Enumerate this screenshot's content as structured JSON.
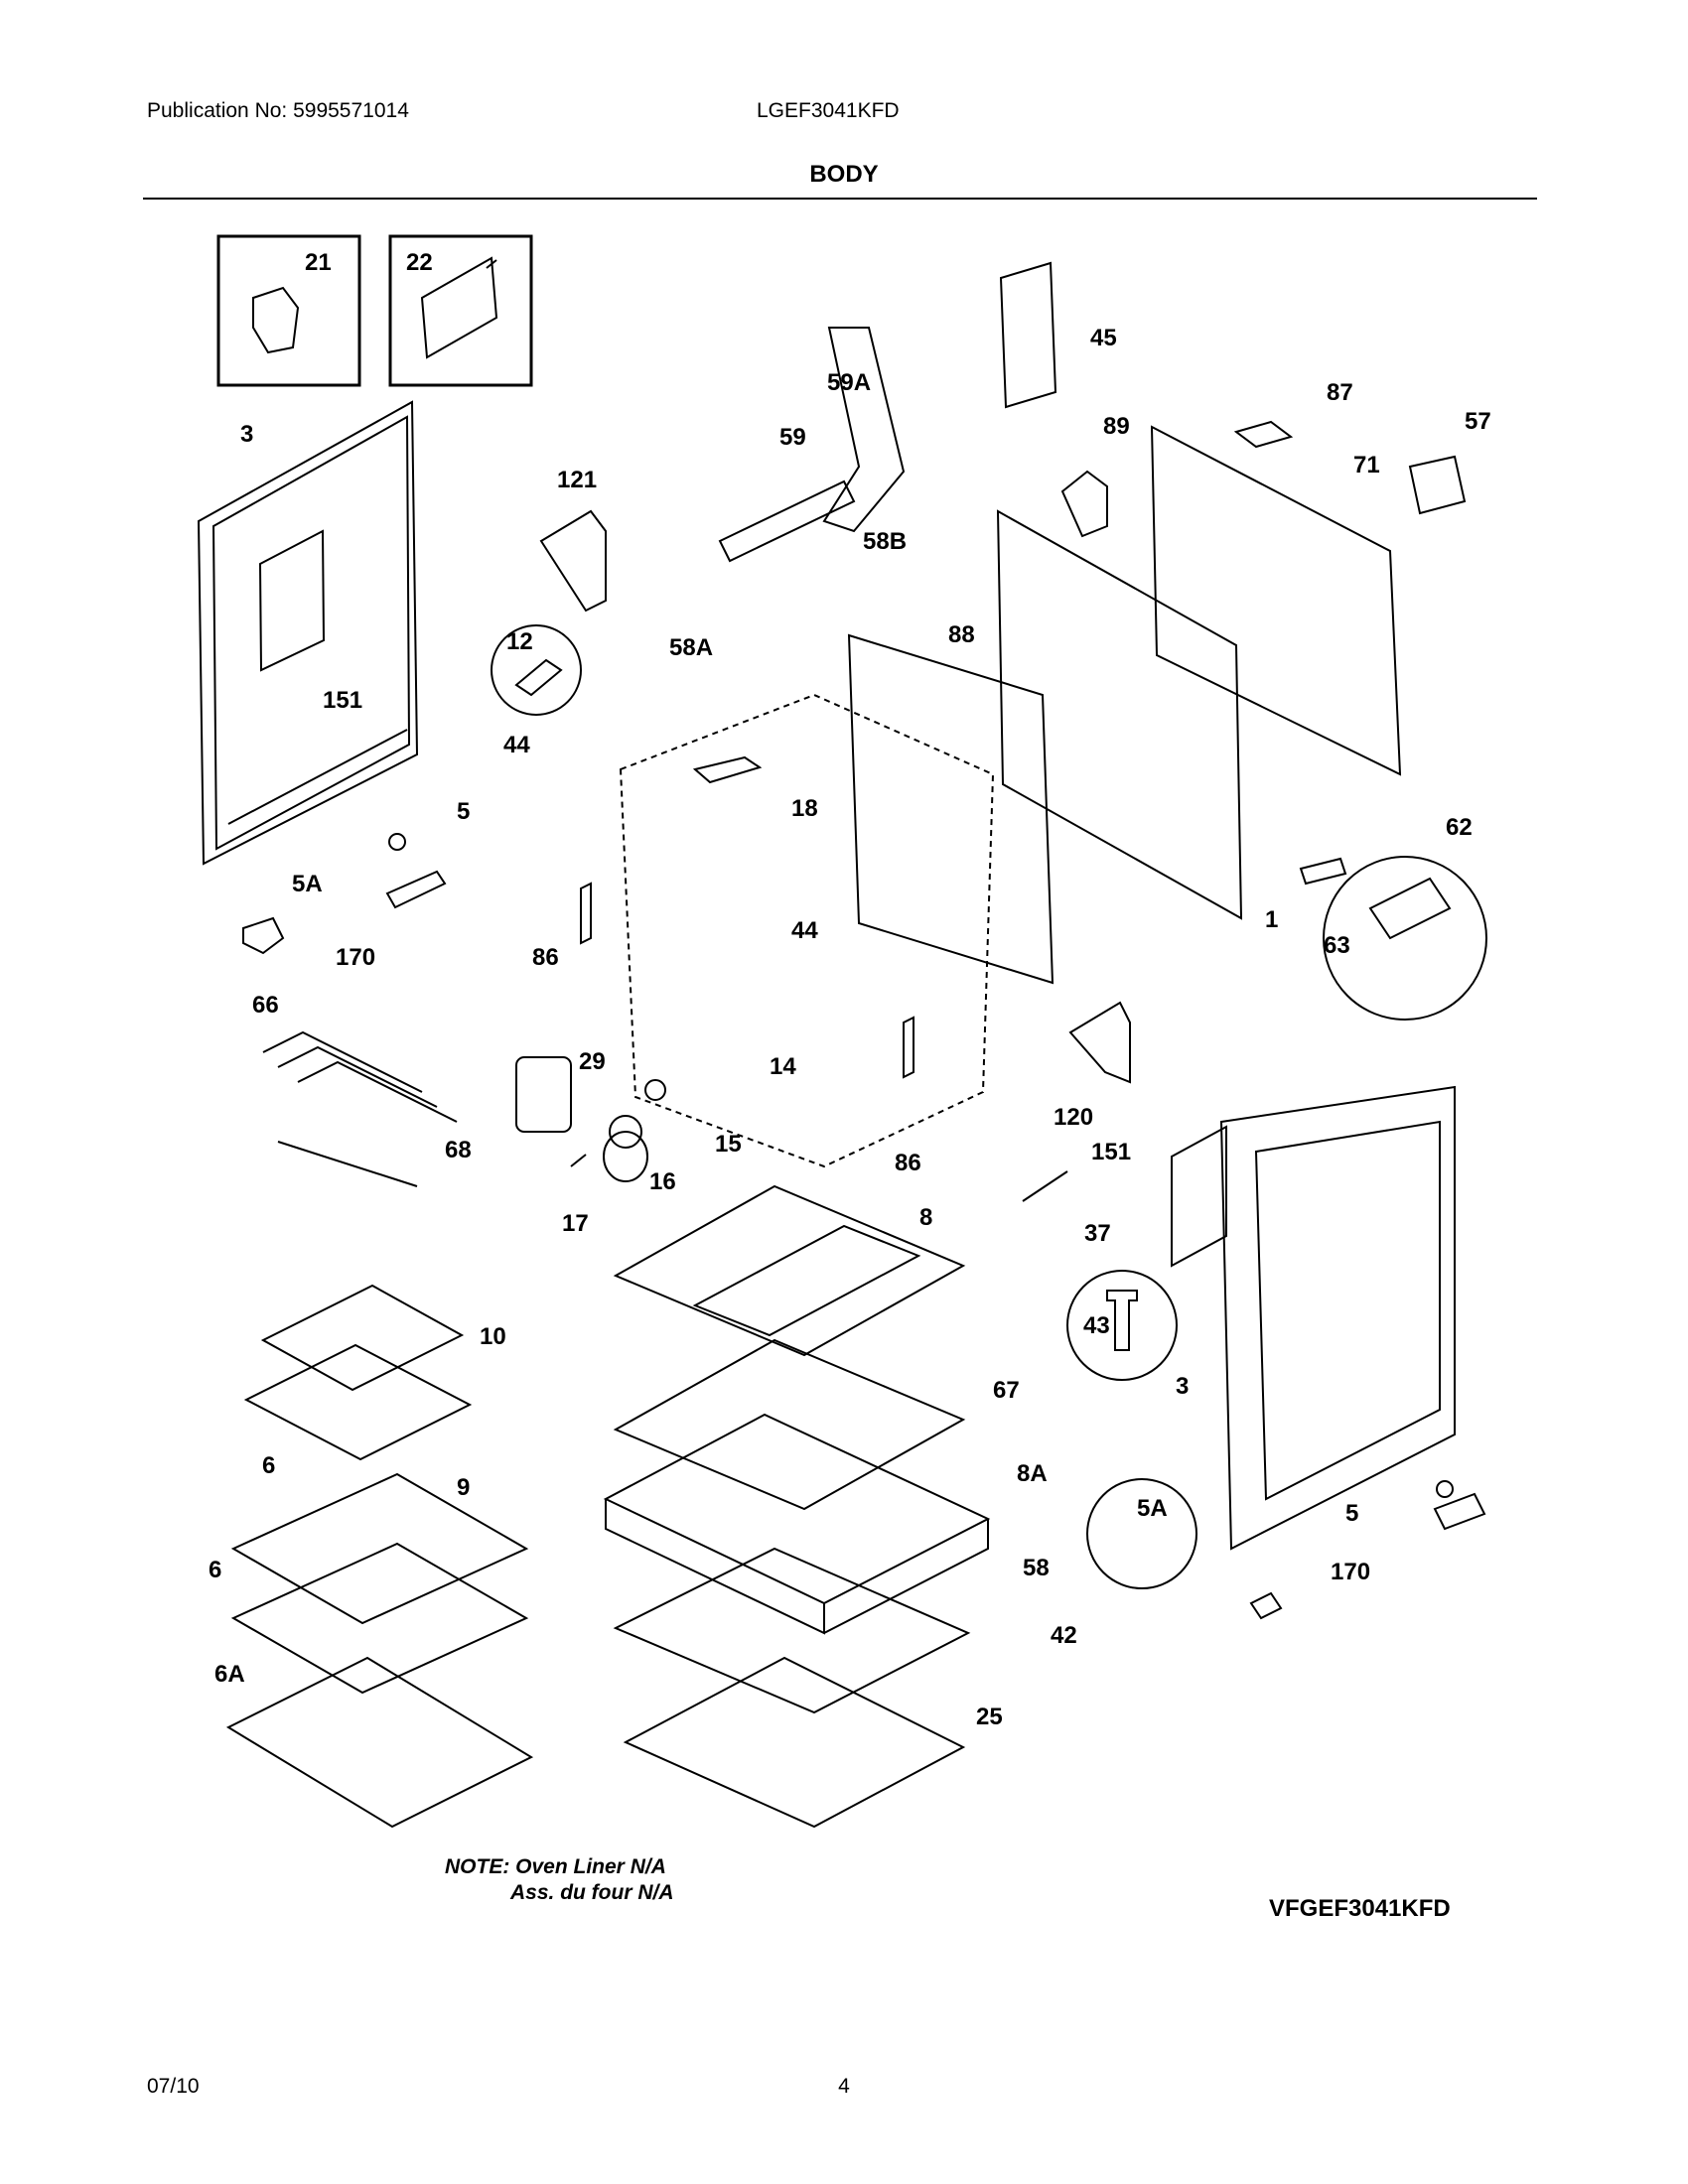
{
  "header": {
    "publication": "Publication No: 5995571014",
    "model": "LGEF3041KFD",
    "section_title": "BODY"
  },
  "callouts": {
    "c21": "21",
    "c22": "22",
    "c3": "3",
    "c151": "151",
    "c5": "5",
    "c5A": "5A",
    "c170": "170",
    "c121": "121",
    "c12": "12",
    "c44": "44",
    "c58A": "58A",
    "c59A": "59A",
    "c59": "59",
    "c58B": "58B",
    "c88": "88",
    "c45": "45",
    "c89": "89",
    "c87": "87",
    "c57": "57",
    "c71": "71",
    "c18": "18",
    "c86": "86",
    "c62": "62",
    "c63": "63",
    "c1": "1",
    "c66": "66",
    "c29": "29",
    "c14": "14",
    "c15": "15",
    "c16": "16",
    "c17": "17",
    "c68": "68",
    "c120": "120",
    "c37": "37",
    "c8": "8",
    "c43": "43",
    "c10": "10",
    "c9": "9",
    "c67": "67",
    "c8A": "8A",
    "c6": "6",
    "c6A": "6A",
    "c58": "58",
    "c42": "42",
    "c25": "25"
  },
  "note": {
    "line1": "NOTE: Oven Liner N/A",
    "line2": "Ass. du four N/A"
  },
  "diagram_id": "VFGEF3041KFD",
  "footer": {
    "date": "07/10",
    "page": "4"
  }
}
